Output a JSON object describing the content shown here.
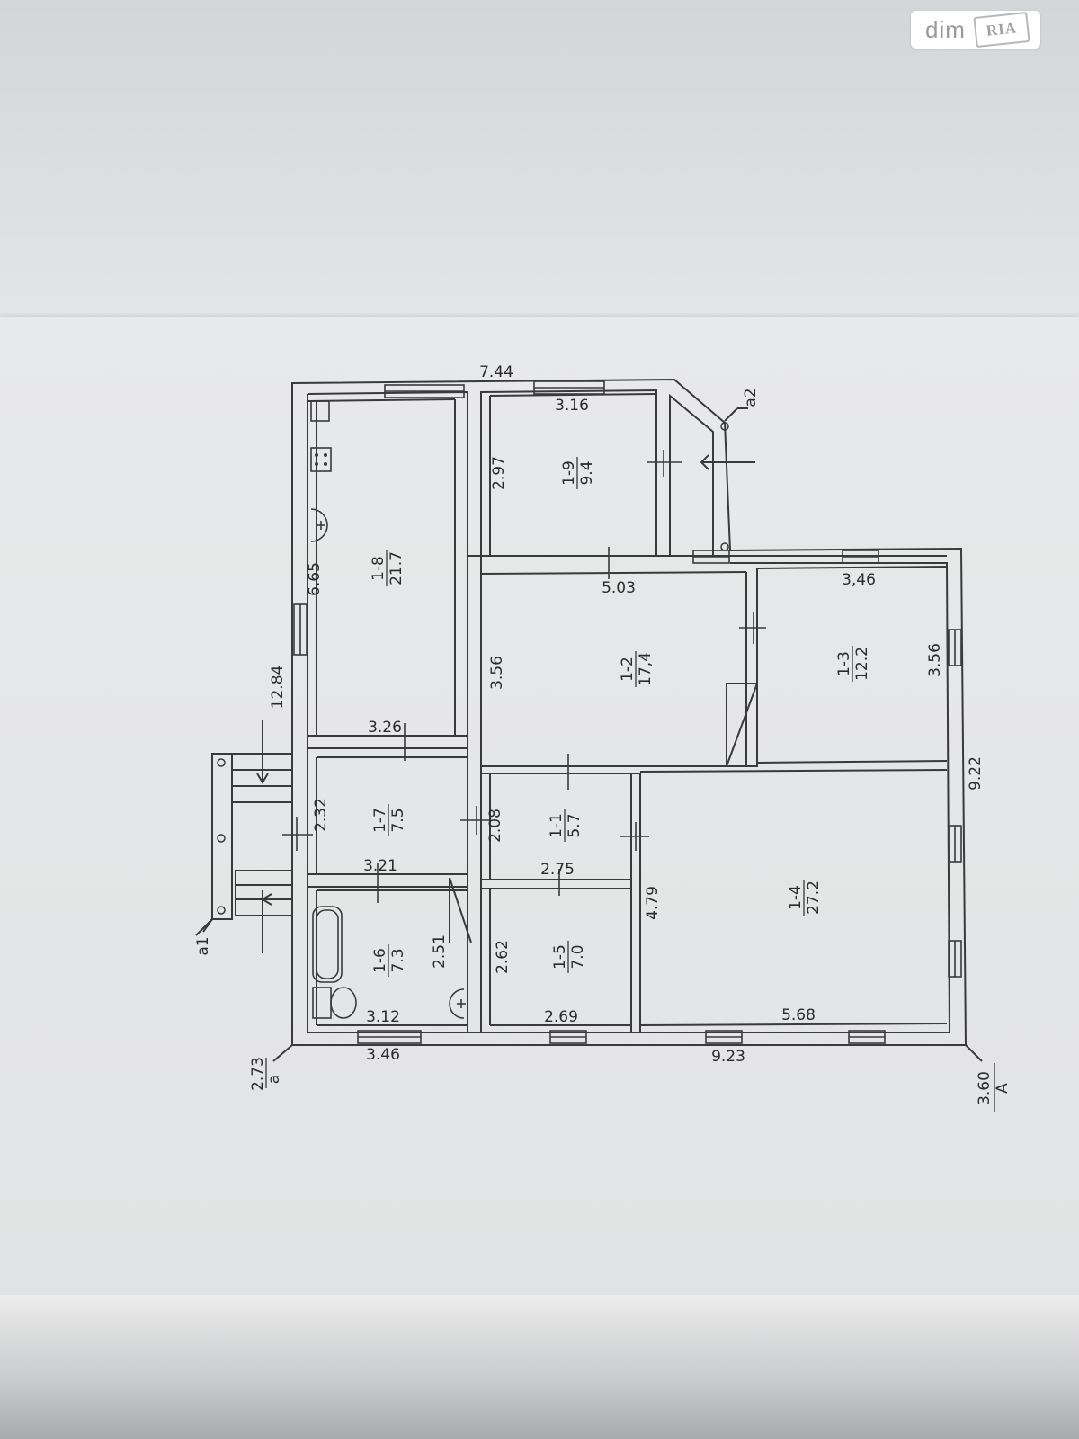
{
  "watermark": {
    "text": "dim",
    "stamp": "RIA"
  },
  "rooms": [
    {
      "id": "1-1",
      "area": "5.7"
    },
    {
      "id": "1-2",
      "area": "17,4"
    },
    {
      "id": "1-3",
      "area": "12.2"
    },
    {
      "id": "1-4",
      "area": "27.2"
    },
    {
      "id": "1-5",
      "area": "7.0"
    },
    {
      "id": "1-6",
      "area": "7.3"
    },
    {
      "id": "1-7",
      "area": "7.5"
    },
    {
      "id": "1-8",
      "area": "21.7"
    },
    {
      "id": "1-9",
      "area": "9.4"
    }
  ],
  "dimensions": {
    "d_7_44": "7.44",
    "d_3_16": "3.16",
    "d_2_97": "2.97",
    "d_6_65": "6.65",
    "d_12_84": "12.84",
    "d_5_03": "5.03",
    "d_3_46_top": "3,46",
    "d_3_56_left": "3.56",
    "d_3_56_right": "3.56",
    "d_3_26": "3.26",
    "d_9_22": "9.22",
    "d_2_32": "2.32",
    "d_2_08": "2.08",
    "d_3_21": "3.21",
    "d_2_75": "2.75",
    "d_4_79": "4.79",
    "d_2_51": "2.51",
    "d_2_62": "2.62",
    "d_3_12": "3.12",
    "d_2_69": "2.69",
    "d_5_68": "5.68",
    "d_3_46_bottom": "3.46",
    "d_9_23": "9.23"
  },
  "markers": {
    "a2": "a2",
    "a1": "a1",
    "a_letter": "a",
    "a_height": "2.73",
    "A_letter": "A",
    "A_height": "3.60"
  }
}
